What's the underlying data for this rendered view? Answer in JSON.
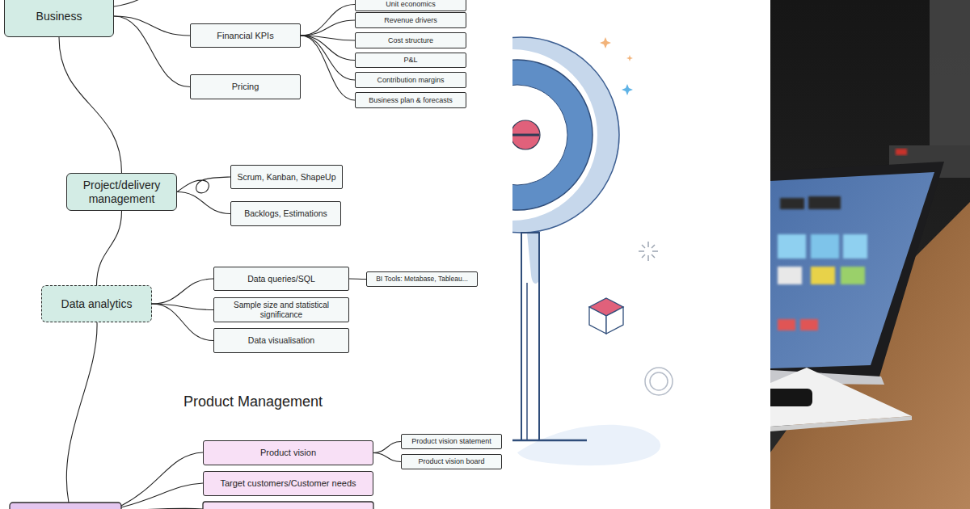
{
  "diagram": {
    "nodes": [
      {
        "text": [
          "Business"
        ]
      },
      {
        "text": [
          "Financial KPIs"
        ]
      },
      {
        "text": [
          "Unit economics"
        ]
      },
      {
        "text": [
          "Revenue drivers"
        ]
      },
      {
        "text": [
          "Cost structure"
        ]
      },
      {
        "text": [
          "P&L"
        ]
      },
      {
        "text": [
          "Contribution margins"
        ]
      },
      {
        "text": [
          "Business plan & forecasts"
        ]
      },
      {
        "text": [
          "Pricing"
        ]
      },
      {
        "text": [
          "Project/delivery management"
        ]
      },
      {
        "text": [
          "Scrum, Kanban, ShapeUp"
        ]
      },
      {
        "text": [
          "Backlogs, Estimations"
        ]
      },
      {
        "text": [
          "Data analytics"
        ]
      },
      {
        "text": [
          "Data queries/SQL"
        ]
      },
      {
        "text": [
          "BI Tools: Metabase, Tableau..."
        ]
      },
      {
        "text": [
          "Sample size and statistical significance"
        ]
      },
      {
        "text": [
          "Data visualisation"
        ]
      },
      {
        "text": [
          "Product vision"
        ]
      },
      {
        "text": [
          "Product vision statement"
        ]
      },
      {
        "text": [
          "Product vision board"
        ]
      },
      {
        "text": [
          "Target customers/Customer needs"
        ]
      }
    ],
    "edges": [
      {
        "from": 0,
        "to": 1,
        "arrow": "none"
      },
      {
        "from": 0,
        "to": 8,
        "arrow": "none"
      },
      {
        "from": 1,
        "to": 2,
        "arrow": "none"
      },
      {
        "from": 1,
        "to": 3,
        "arrow": "none"
      },
      {
        "from": 1,
        "to": 4,
        "arrow": "none"
      },
      {
        "from": 1,
        "to": 5,
        "arrow": "none"
      },
      {
        "from": 1,
        "to": 6,
        "arrow": "none"
      },
      {
        "from": 1,
        "to": 7,
        "arrow": "none"
      },
      {
        "from": 0,
        "to": 9,
        "arrow": "none"
      },
      {
        "from": 9,
        "to": 10,
        "arrow": "none"
      },
      {
        "from": 9,
        "to": 11,
        "arrow": "none"
      },
      {
        "from": 9,
        "to": 12,
        "arrow": "none"
      },
      {
        "from": 12,
        "to": 13,
        "arrow": "none"
      },
      {
        "from": 12,
        "to": 15,
        "arrow": "none"
      },
      {
        "from": 12,
        "to": 16,
        "arrow": "none"
      },
      {
        "from": 13,
        "to": 14,
        "arrow": "none"
      },
      {
        "from": 17,
        "to": 18,
        "arrow": "none"
      },
      {
        "from": 17,
        "to": 19,
        "arrow": "none"
      }
    ],
    "labels": [
      "Product Management"
    ]
  }
}
